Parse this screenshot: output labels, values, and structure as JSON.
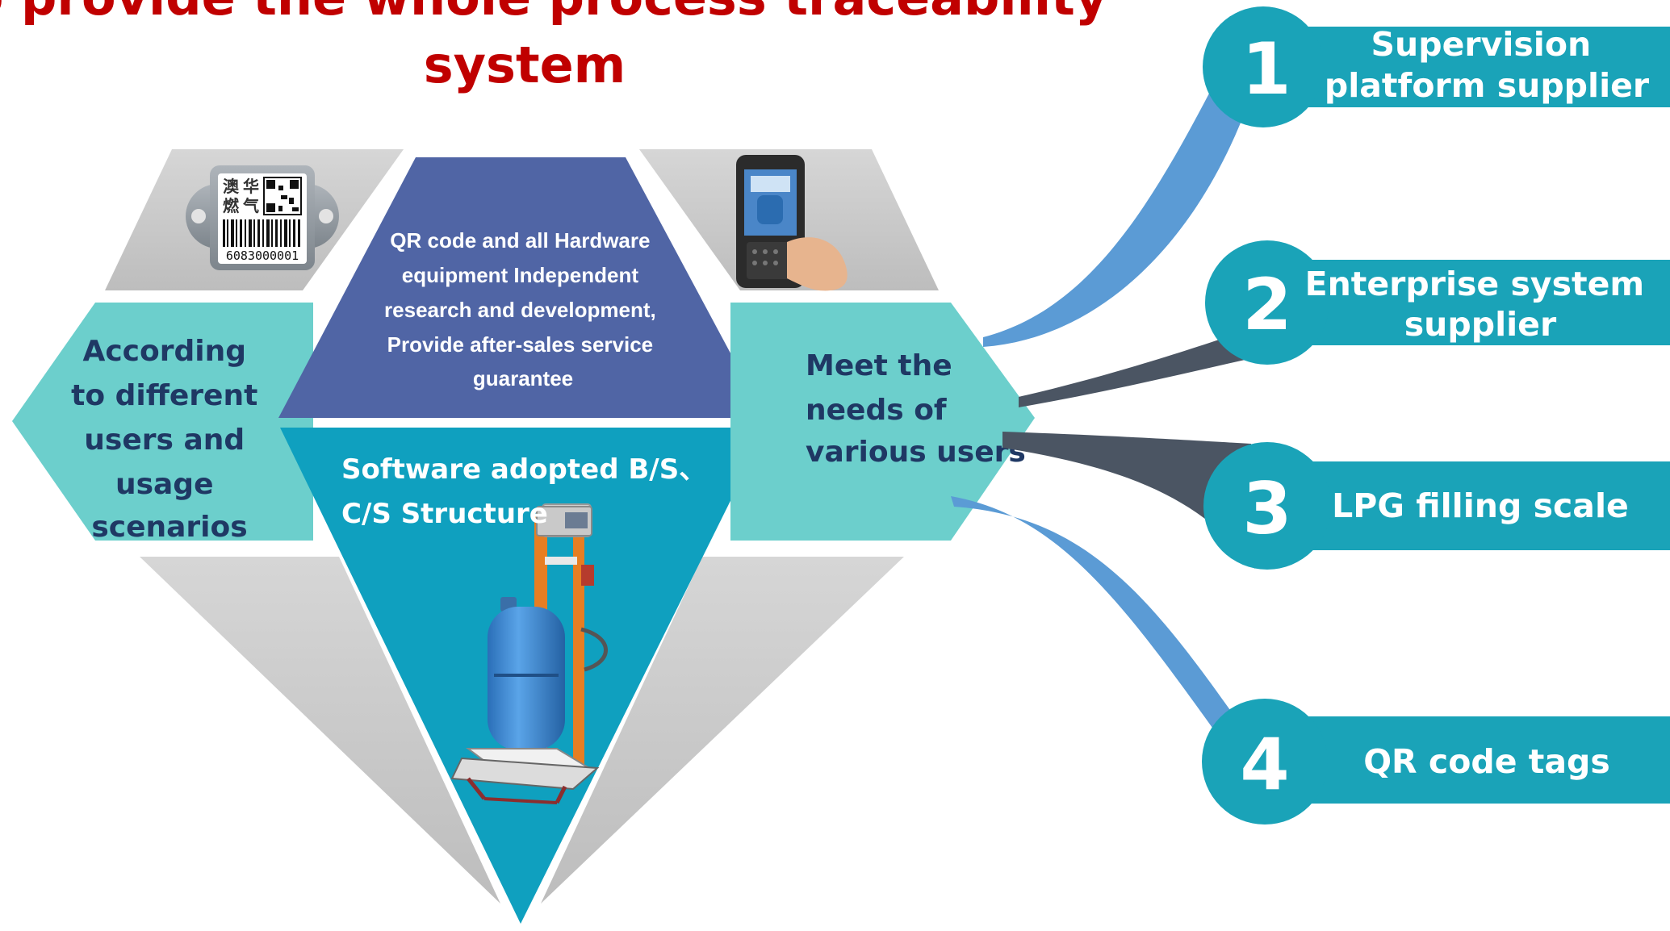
{
  "title": {
    "line1": "To provide the whole process traceability",
    "line2": "system"
  },
  "diamond": {
    "left_label": [
      "According",
      "to different",
      "users and",
      "usage",
      "scenarios"
    ],
    "right_label": [
      "Meet the",
      "needs of",
      "various users"
    ],
    "center_top": [
      "QR code and all Hardware",
      "equipment Independent",
      "research and development,",
      "Provide after-sales service",
      "guarantee"
    ],
    "center_bottom": [
      "Software  adopted  B/S、",
      "C/S Structure"
    ],
    "tag_chars": [
      "澳",
      "华",
      "燃",
      "气"
    ],
    "tag_number": "6083000001"
  },
  "items": [
    {
      "number": "1",
      "lines": [
        "Supervision",
        "platform supplier"
      ]
    },
    {
      "number": "2",
      "lines": [
        "Enterprise system",
        "supplier"
      ]
    },
    {
      "number": "3",
      "lines": [
        "LPG filling scale"
      ]
    },
    {
      "number": "4",
      "lines": [
        "QR code tags"
      ]
    }
  ],
  "colors": {
    "title": "#c00000",
    "teal": "#1aa3b8",
    "light_teal": "#6ccfcc",
    "navy_blue": "#5065a5",
    "deep_teal": "#0fa0bf",
    "gray": "#c8c8c8",
    "label": "#1f3864",
    "ribbon_blue": "#5b9bd5",
    "ribbon_dark": "#4b5563"
  }
}
